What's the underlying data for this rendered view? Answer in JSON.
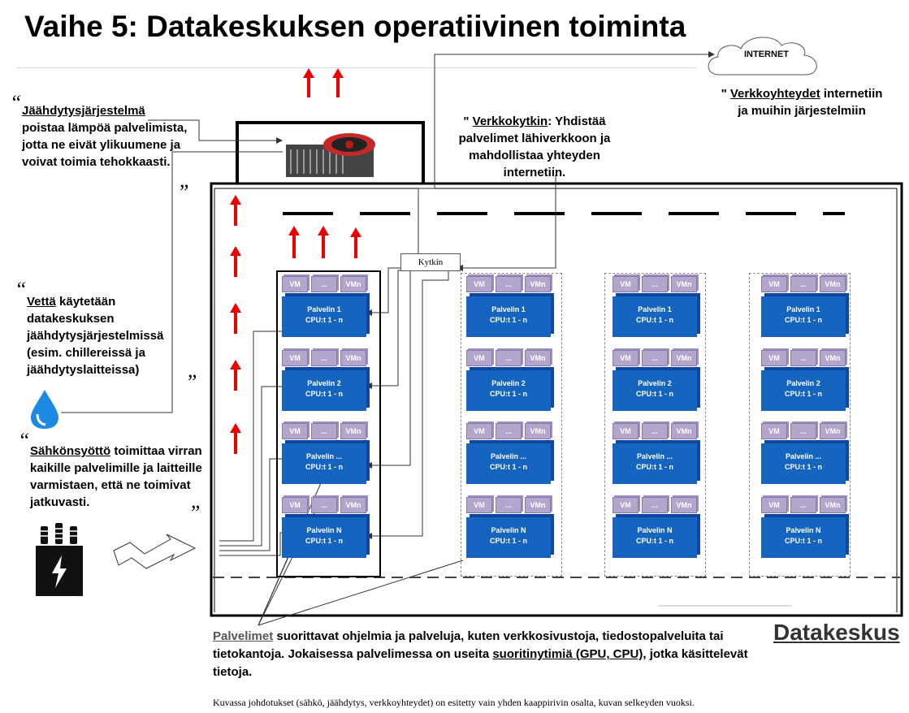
{
  "title": "Vaihe 5: Datakeskuksen operatiivinen toiminta",
  "internet": {
    "label": "INTERNET",
    "desc_prefix": "\" ",
    "desc_u": "Verkkoyhteydet",
    "desc_rest": " internetiin",
    "desc_line2": "ja muihin järjestelmiin"
  },
  "cooling": {
    "quote_open": "“",
    "u": "Jäähdytysjärjestelmä",
    "rest": "poistaa lämpöä palvelimista, jotta ne eivät ylikuumene ja voivat toimia tehokkaasti.",
    "quote_close": "”"
  },
  "water": {
    "quote_open": "“",
    "u": "Vettä",
    "rest": " käytetään datakeskuksen jäähdytysjärjestelmissä (esim. chillereissä ja jäähdytyslaitteissa)",
    "quote_close": "”"
  },
  "power": {
    "quote_open": "“",
    "u": "Sähkönsyöttö",
    "rest": " toimittaa virran kaikille palvelimille ja laitteille varmistaen, että ne toimivat jatkuvasti.",
    "quote_close": "”"
  },
  "switch_note": {
    "prefix": "\" ",
    "u": "Verkkokytkin",
    "rest": ": Yhdistää palvelimet lähiverkkoon ja mahdollistaa yhteyden internetiin."
  },
  "switch_label": "Kytkin",
  "vm": {
    "a": "VM",
    "b": "...",
    "c": "VMn"
  },
  "servers": [
    {
      "name": "Palvelin 1",
      "cpu": "CPU:t 1 - n"
    },
    {
      "name": "Palvelin 2",
      "cpu": "CPU:t 1 - n"
    },
    {
      "name": "Palvelin ...",
      "cpu": "CPU:t 1 - n"
    },
    {
      "name": "Palvelin N",
      "cpu": "CPU:t 1 - n"
    }
  ],
  "datacenter_label": "Datakeskus",
  "servers_note": {
    "u1": "Palvelimet",
    "mid1": " suorittavat ohjelmia ja palveluja, kuten verkkosivustoja, tiedostopalveluita tai tietokantoja. Jokaisessa palvelimessa on useita ",
    "u2": "suoritinytimiä (GPU, CPU)",
    "end": ", jotka käsittelevät tietoja."
  },
  "footer": "Kuvassa johdotukset (sähkö, jäähdytys, verkkoyhteydet) on esitetty vain yhden kaappirivin osalta, kuvan selkeyden vuoksi.",
  "colors": {
    "server": "#1565c0",
    "vm": "#b3a6cc",
    "heat_arrow": "#e00000",
    "water": "#1e88e5"
  }
}
